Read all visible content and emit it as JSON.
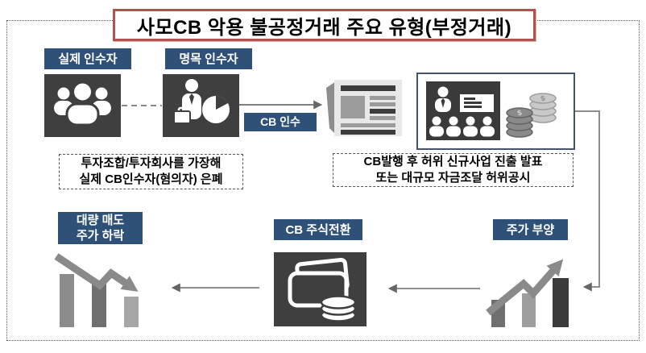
{
  "title": "사모CB 악용 불공정거래 주요 유형(부정거래)",
  "labels": {
    "actual_acquirer": "실제 인수자",
    "nominal_acquirer": "명목 인수자",
    "cb_acquisition": "CB 인수",
    "mass_sell_line1": "대량 매도",
    "mass_sell_line2": "주가 하락",
    "cb_conversion": "CB 주식전환",
    "price_boost": "주가 부양"
  },
  "notes": {
    "left_line1": "투자조합/투자회사를 가장해",
    "left_line2": "실제 CB인수자(혐의자) 은폐",
    "right_line1": "CB발행 후 허위 신규사업 진출 발표",
    "right_line2": "또는 대규모 자금조달 허위공시"
  },
  "icons": {
    "people_group": "people-group-icon",
    "businessman_pie": "businessman-piechart-icon",
    "newspaper": "newspaper-icon",
    "presentation": "presentation-audience-icon",
    "coin_stacks": "coin-stacks-icon",
    "cards_coins": "cards-coins-icon",
    "declining_chart": "declining-bar-chart-icon",
    "rising_chart": "rising-bar-chart-icon"
  },
  "colors": {
    "title_border": "#b2524e",
    "label_bg": "#2f5077",
    "dark_box_bg": "#3f3f3f",
    "panel_border": "#44546a",
    "connector": "#777777",
    "chart_arrow": "#8a8a8a"
  }
}
